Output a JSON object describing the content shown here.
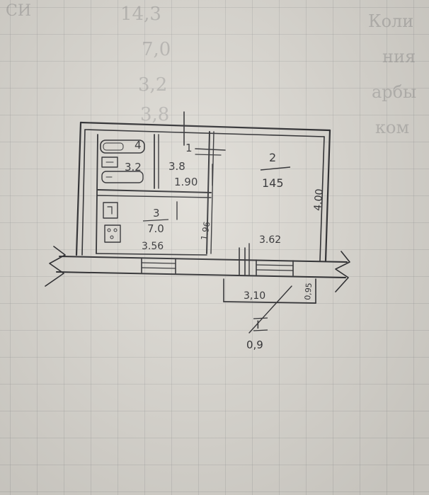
{
  "rooms": [
    {
      "number": "1",
      "area": "3.8",
      "width": "1.90"
    },
    {
      "number": "2",
      "area": "145",
      "length": "3.62",
      "height": "4.00"
    },
    {
      "number": "3",
      "area": "7.0",
      "length": "3.56",
      "height": "1.96"
    },
    {
      "number": "4",
      "area": "3.2"
    }
  ],
  "balcony": {
    "label": "I",
    "area": "0,9",
    "length": "3,10",
    "depth": "0,95"
  },
  "bleed_through": {
    "top_left": "СИ",
    "numbers": [
      "14,3",
      "7,0",
      "3,2",
      "3,8"
    ],
    "right": [
      "Коли",
      "ния",
      "арбы",
      "ком"
    ]
  },
  "colors": {
    "ink": "#1f1f22",
    "paper": "#dcd9d2",
    "grid": "#969696"
  }
}
